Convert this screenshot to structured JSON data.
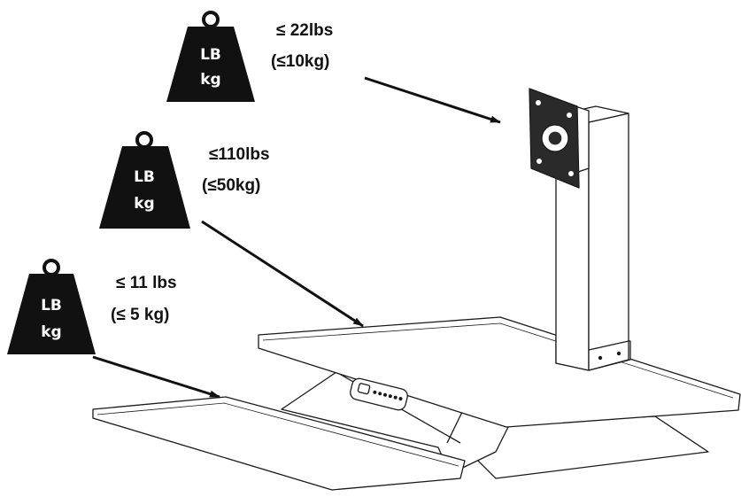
{
  "colors": {
    "ink": "#111111",
    "paper": "#ffffff",
    "line": "#1a1a1a"
  },
  "weights": [
    {
      "id": "monitor",
      "unit_top": "LB",
      "unit_bottom": "kg",
      "limit_lbs": "≤ 22lbs",
      "limit_kg": "(≤10kg)"
    },
    {
      "id": "work-surface",
      "unit_top": "LB",
      "unit_bottom": "kg",
      "limit_lbs": "≤110lbs",
      "limit_kg": "(≤50kg)"
    },
    {
      "id": "keyboard-tray",
      "unit_top": "LB",
      "unit_bottom": "kg",
      "limit_lbs": "≤ 11 lbs",
      "limit_kg": "(≤ 5 kg)"
    }
  ],
  "icons": {
    "weight": "kettlebell-weight-icon",
    "pointer": "arrow-icon"
  }
}
